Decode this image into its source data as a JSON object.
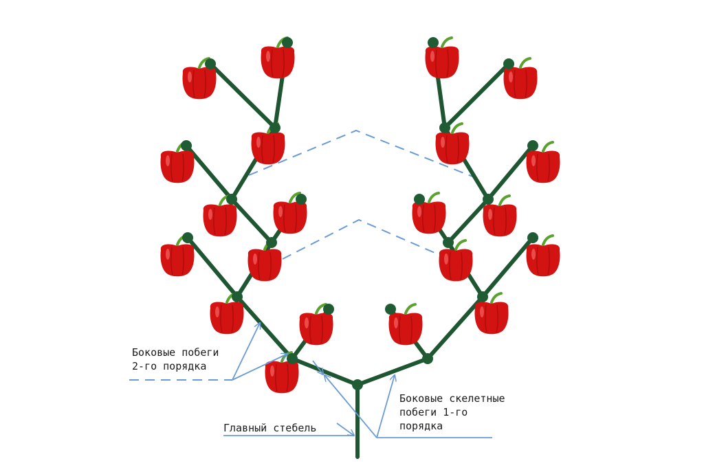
{
  "labels": {
    "second_order_line1": "Боковые побеги",
    "second_order_line2": "2-го порядка",
    "main_stem": "Главный стебель",
    "first_order_line1": "Боковые скелетные",
    "first_order_line2": "побеги 1-го",
    "first_order_line3": "порядка"
  },
  "colors": {
    "stem": "#1e5631",
    "node": "#1f5c34",
    "pepper": "#d31212",
    "pepper_dark": "#8e0a0a",
    "pepper_stem": "#5aa12f",
    "guide_line": "#6a9ad6"
  }
}
